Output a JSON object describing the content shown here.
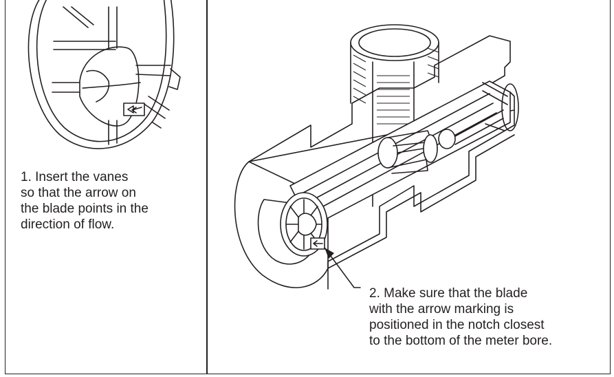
{
  "steps": [
    {
      "number": "1",
      "text": "1. Insert the vanes\nso that the arrow on\nthe blade points in the\ndirection of flow."
    },
    {
      "number": "2",
      "text": "2. Make sure that the blade\nwith the arrow marking is\npositioned in the notch closest\nto the bottom of the meter bore."
    }
  ],
  "figures": {
    "left": "vane-closeup",
    "right": "meter-cutaway"
  },
  "colors": {
    "ink": "#231f20",
    "background": "#ffffff"
  }
}
